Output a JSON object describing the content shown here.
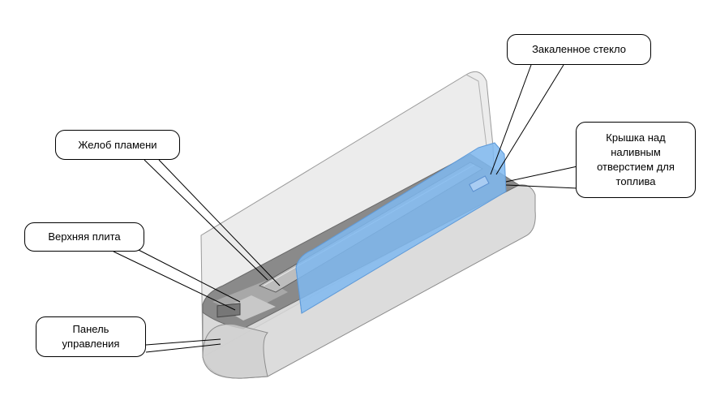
{
  "title": "Схема биокамина",
  "labels": {
    "glass": "Закаленное стекло",
    "flame_channel": "Желоб пламени",
    "fuel_cap": "Крышка над наливным отверстием для топлива",
    "top_plate": "Верхняя плита",
    "control_panel": "Панель управления"
  },
  "colors": {
    "glass_blue": "#7fb8f0",
    "body_gray": "#d4d4d4",
    "dark_gray": "#6e6e6e"
  }
}
